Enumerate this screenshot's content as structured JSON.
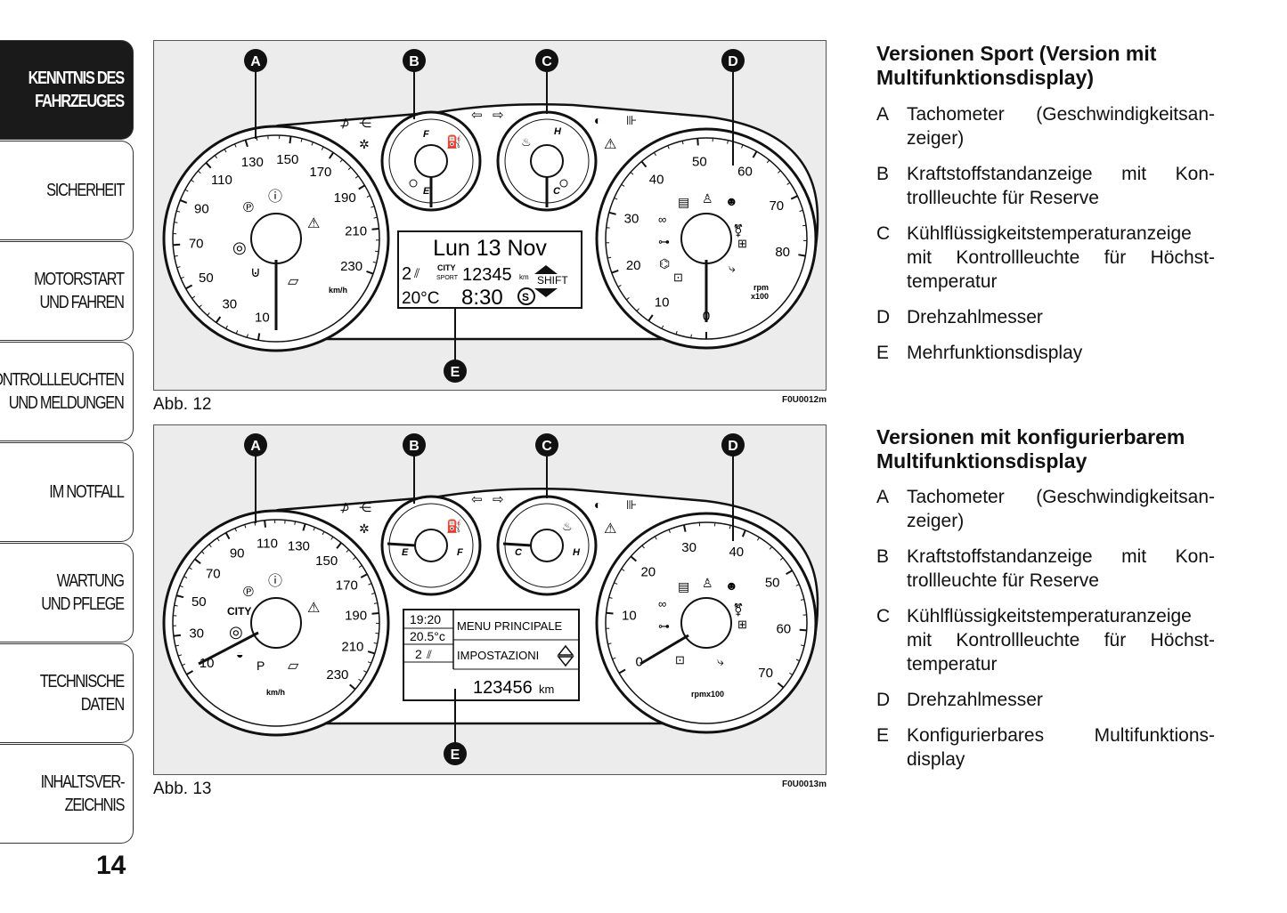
{
  "sidebar": {
    "items": [
      {
        "label": "KENNTNIS DES\nFAHRZEUGES",
        "active": true
      },
      {
        "label": "SICHERHEIT"
      },
      {
        "label": "MOTORSTART\nUND FAHREN"
      },
      {
        "label": "KONTROLLLEUCHTEN\nUND MELDUNGEN"
      },
      {
        "label": "IM NOTFALL"
      },
      {
        "label": "WARTUNG\nUND PFLEGE"
      },
      {
        "label": "TECHNISCHE\nDATEN"
      },
      {
        "label": "INHALTSVER-\nZEICHNIS"
      }
    ]
  },
  "page_number": "14",
  "figures": [
    {
      "caption": "Abb. 12",
      "code": "F0U0012m",
      "callouts": [
        "A",
        "B",
        "C",
        "D",
        "E"
      ],
      "speed_ticks": [
        "10",
        "30",
        "50",
        "70",
        "90",
        "110",
        "130",
        "150",
        "170",
        "190",
        "210",
        "230"
      ],
      "speed_unit": "km/h",
      "rpm_ticks": [
        "0",
        "10",
        "20",
        "30",
        "40",
        "50",
        "60",
        "70",
        "80"
      ],
      "rpm_unit": "rpm\nx100",
      "fuel_labels": [
        "F",
        "E"
      ],
      "temp_labels": [
        "H",
        "C"
      ],
      "display": {
        "date": "Lun 13 Nov",
        "gear": "2",
        "mode_city": "CITY",
        "mode_sport": "SPORT",
        "odometer": "12345",
        "odo_unit": "km",
        "shift": "SHIFT",
        "temperature": "20°C",
        "time": "8:30",
        "s_badge": "S"
      }
    },
    {
      "caption": "Abb. 13",
      "code": "F0U0013m",
      "callouts": [
        "A",
        "B",
        "C",
        "D",
        "E"
      ],
      "speed_ticks": [
        "10",
        "30",
        "50",
        "70",
        "90",
        "110",
        "130",
        "150",
        "170",
        "190",
        "210",
        "230"
      ],
      "speed_unit": "km/h",
      "city_label": "CITY",
      "rpm_ticks": [
        "0",
        "10",
        "20",
        "30",
        "40",
        "50",
        "60",
        "70"
      ],
      "rpm_unit": "rpmx100",
      "fuel_labels": [
        "E",
        "F"
      ],
      "temp_labels": [
        "C",
        "H"
      ],
      "display": {
        "time": "19:20",
        "temperature": "20.5°c",
        "gear": "2",
        "menu_title": "MENU PRINCIPALE",
        "menu_item": "IMPOSTAZIONI",
        "odometer": "123456",
        "odo_unit": "km"
      }
    }
  ],
  "sections": [
    {
      "title": "Versionen Sport (Version mit Multifunktionsdisplay)",
      "items": [
        {
          "letter": "A",
          "text": "Tachometer (Geschwindigkeitsan-zeiger)"
        },
        {
          "letter": "B",
          "text": "Kraftstoffstandanzeige mit Kon-trollleuchte für Reserve"
        },
        {
          "letter": "C",
          "text": "Kühlflüssigkeitstemperaturanzeige mit Kontrollleuchte für Höchst-temperatur"
        },
        {
          "letter": "D",
          "text": "Drehzahlmesser"
        },
        {
          "letter": "E",
          "text": "Mehrfunktionsdisplay"
        }
      ]
    },
    {
      "title": "Versionen mit konfigurierbarem Multifunktionsdisplay",
      "items": [
        {
          "letter": "A",
          "text": "Tachometer (Geschwindigkeitsan-zeiger)"
        },
        {
          "letter": "B",
          "text": "Kraftstoffstandanzeige mit Kon-trollleuchte für Reserve"
        },
        {
          "letter": "C",
          "text": "Kühlflüssigkeitstemperaturanzeige mit Kontrollleuchte für Höchst-temperatur"
        },
        {
          "letter": "D",
          "text": "Drehzahlmesser"
        },
        {
          "letter": "E",
          "text": "Konfigurierbares Multifunktions-display"
        }
      ]
    }
  ]
}
